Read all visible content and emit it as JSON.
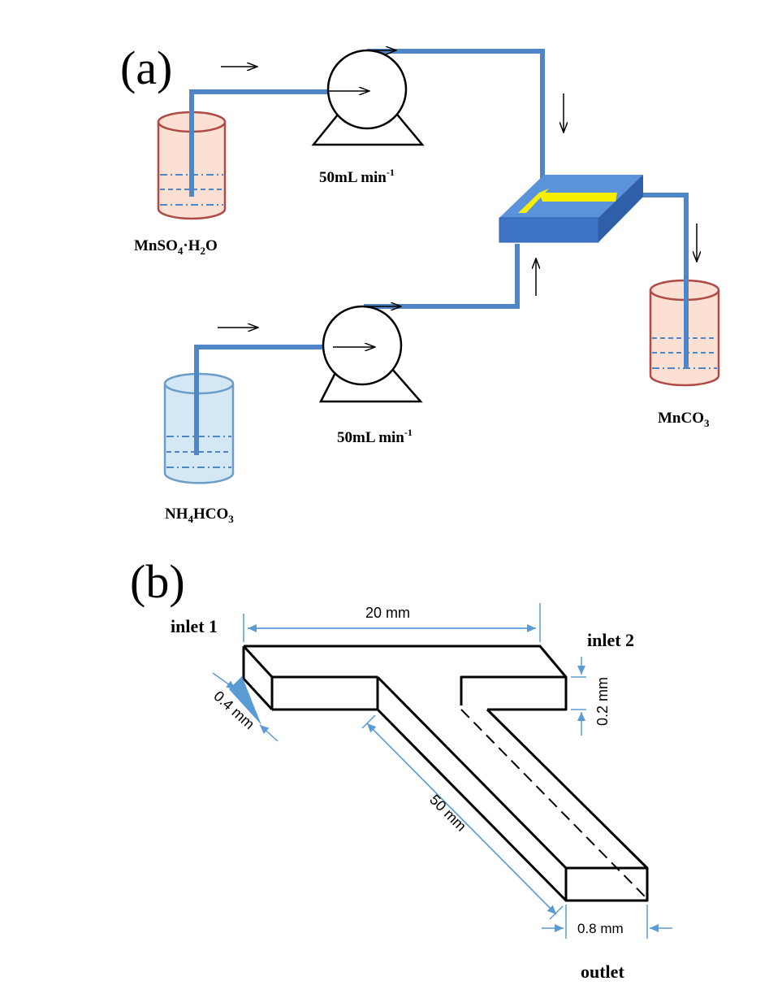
{
  "panel_a": {
    "label": "(a)",
    "reagent_1": {
      "main": "MnSO",
      "sub1": "4",
      "mid": "·H",
      "sub2": "2",
      "end": "O"
    },
    "reagent_2": {
      "main": "NH",
      "sub1": "4",
      "mid": "HCO",
      "sub2": "3"
    },
    "product": {
      "main": "MnCO",
      "sub1": "3"
    },
    "pump_1_rate": {
      "main": "50mL min",
      "sup": "-1"
    },
    "pump_2_rate": {
      "main": "50mL min",
      "sup": "-1"
    },
    "colors": {
      "tube": "#4f86c6",
      "reactor": "#4a7fd0",
      "channel": "#f6f000",
      "beaker_orange_fill": "#fbe0d3",
      "beaker_orange_edge": "#b04a45",
      "beaker_blue_fill": "#d3e7f5",
      "beaker_blue_edge": "#6c9cc8"
    }
  },
  "panel_b": {
    "label": "(b)",
    "inlet_1": "inlet 1",
    "inlet_2": "inlet 2",
    "outlet": "outlet",
    "dim_length_top": "20 mm",
    "dim_length_stem": "50 mm",
    "dim_width_inlet": "0.4 mm",
    "dim_height": "0.2 mm",
    "dim_width_outlet": "0.8 mm",
    "colors": {
      "dimension": "#5b9bd5",
      "outline": "#000000"
    }
  }
}
